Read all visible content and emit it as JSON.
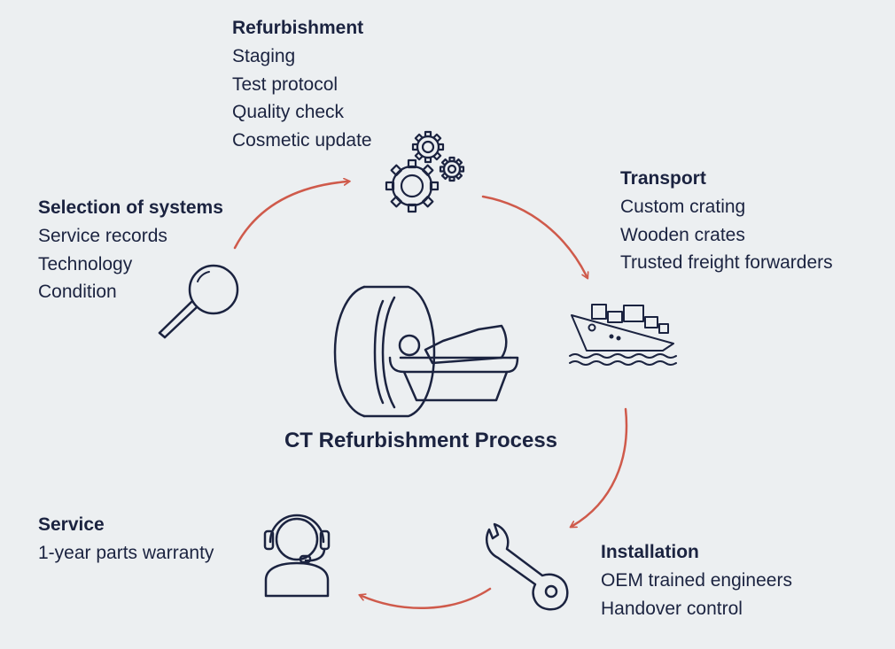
{
  "title": "CT Refurbishment Process",
  "steps": {
    "refurbishment": {
      "heading": "Refurbishment",
      "items": [
        "Staging",
        "Test protocol",
        "Quality check",
        "Cosmetic update"
      ]
    },
    "selection": {
      "heading": "Selection of systems",
      "items": [
        "Service records",
        "Technology",
        "Condition"
      ]
    },
    "transport": {
      "heading": "Transport",
      "items": [
        "Custom crating",
        "Wooden crates",
        "Trusted freight forwarders"
      ]
    },
    "installation": {
      "heading": "Installation",
      "items": [
        "OEM trained engineers",
        "Handover control"
      ]
    },
    "service": {
      "heading": "Service",
      "items": [
        "1-year parts warranty"
      ]
    }
  },
  "icons": {
    "refurbishment": "gears-icon",
    "selection": "magnifier-icon",
    "transport": "ship-icon",
    "installation": "wrench-icon",
    "service": "headset-operator-icon",
    "center": "ct-scanner-icon"
  },
  "colors": {
    "text": "#1b2340",
    "arrow": "#cf5a4b",
    "background": "#eceff1"
  }
}
